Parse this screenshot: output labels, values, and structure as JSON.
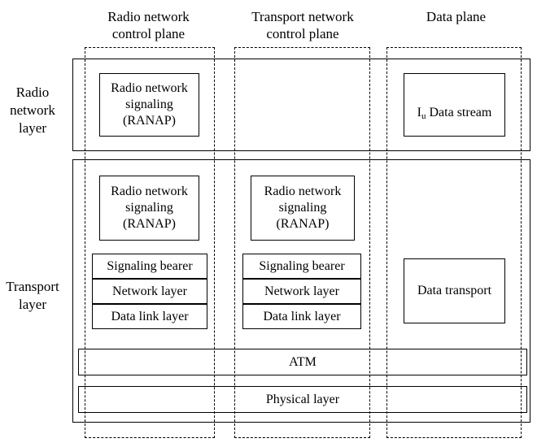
{
  "columns": {
    "radio_control": "Radio network\ncontrol plane",
    "transport_control": "Transport network\ncontrol plane",
    "data_plane": "Data  plane"
  },
  "rows": {
    "radio_layer": "Radio\nnetwork\nlayer",
    "transport_layer": "Transport\nlayer"
  },
  "radio_layer_boxes": {
    "signaling": "Radio network\nsignaling\n(RANAP)",
    "data_stream_main": "I",
    "data_stream_sub": "u",
    "data_stream_rest": " Data stream"
  },
  "transport_col1": {
    "signaling": "Radio network\nsignaling\n(RANAP)",
    "stack": [
      "Signaling bearer",
      "Network layer",
      "Data link layer"
    ]
  },
  "transport_col2": {
    "signaling": "Radio network\nsignaling\n(RANAP)",
    "stack": [
      "Signaling bearer",
      "Network layer",
      "Data link layer"
    ]
  },
  "data_transport": "Data transport",
  "atm": "ATM",
  "physical": "Physical layer"
}
